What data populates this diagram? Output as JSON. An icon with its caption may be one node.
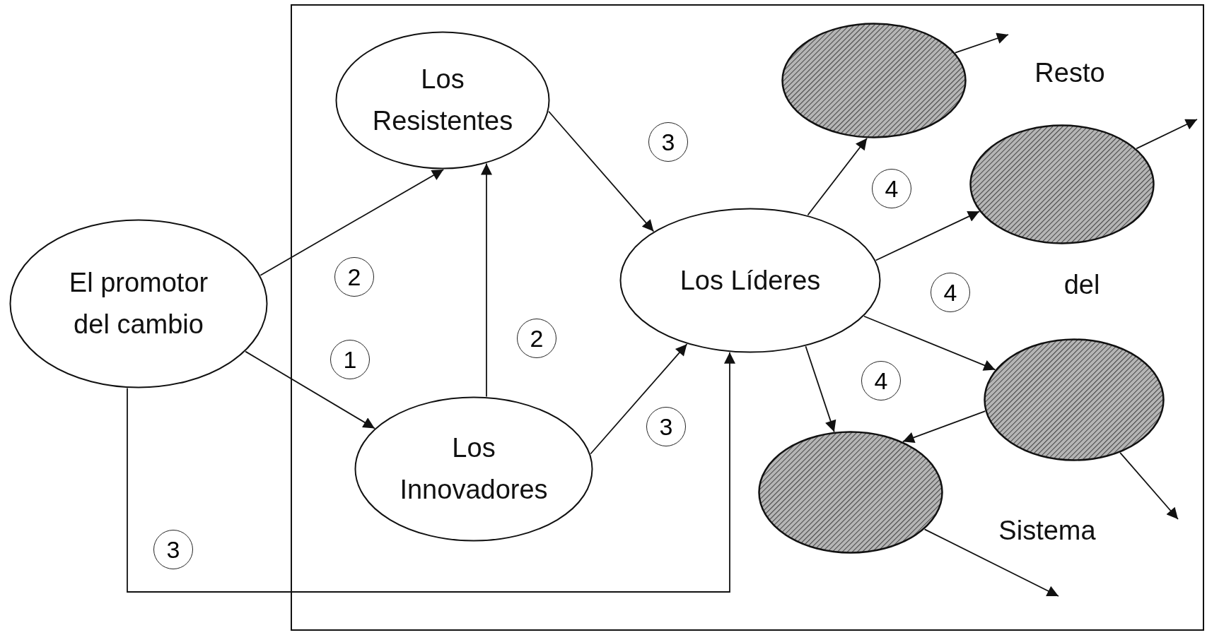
{
  "diagram": {
    "nodes": [
      {
        "text": [
          "El promotor del cambio"
        ]
      },
      {
        "text": [
          "Los Resistentes"
        ]
      },
      {
        "text": [
          "Los Líderes"
        ]
      },
      {
        "text": [
          "Los Innovadores"
        ]
      },
      {
        "text": [],
        "shape": "circle"
      },
      {
        "text": [],
        "shape": "circle"
      },
      {
        "text": [],
        "shape": "circle"
      },
      {
        "text": [],
        "shape": "circle"
      }
    ],
    "edges": [
      {
        "from": 0,
        "to": 1,
        "arrow": "to"
      },
      {
        "from": 0,
        "to": 3,
        "arrow": "to"
      },
      {
        "from": 0,
        "to": 2,
        "arrow": "to"
      },
      {
        "from": 3,
        "to": 1,
        "arrow": "to"
      },
      {
        "from": 1,
        "to": 2,
        "arrow": "to"
      },
      {
        "from": 3,
        "to": 2,
        "arrow": "to"
      },
      {
        "from": 2,
        "to": 4,
        "arrow": "to"
      },
      {
        "from": 2,
        "to": 5,
        "arrow": "to"
      },
      {
        "from": 2,
        "to": 7,
        "arrow": "to"
      },
      {
        "from": 2,
        "to": 6,
        "arrow": "to"
      },
      {
        "from": 6,
        "to": 7,
        "arrow": "to"
      },
      {
        "from": 4,
        "to": null,
        "arrow": "to"
      },
      {
        "from": 5,
        "to": null,
        "arrow": "to"
      },
      {
        "from": 6,
        "to": null,
        "arrow": "to"
      },
      {
        "from": 7,
        "to": null,
        "arrow": "to"
      }
    ],
    "labels": [
      "Resto",
      "3",
      "4",
      "2",
      "del",
      "4",
      "2",
      "1",
      "4",
      "3",
      "Sistema",
      "3"
    ]
  }
}
